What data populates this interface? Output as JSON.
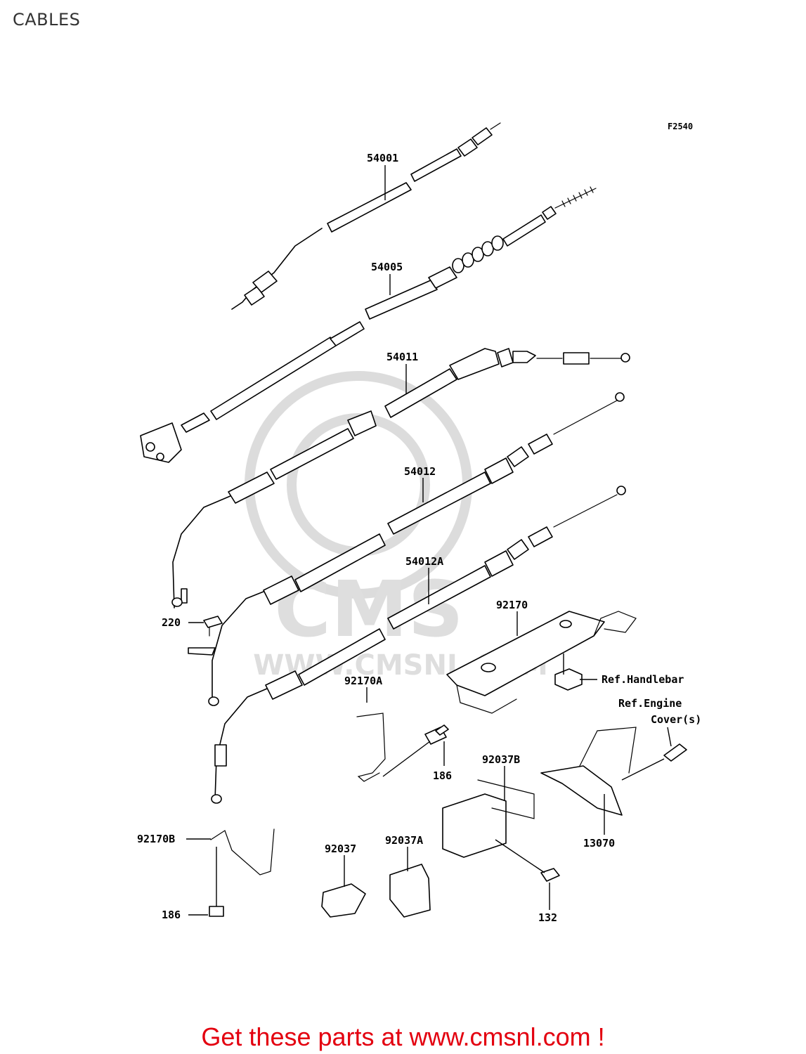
{
  "page": {
    "title": "CABLES"
  },
  "figure": {
    "code": "F2540"
  },
  "watermark": {
    "text": "WWW.CMSNL.COM",
    "logo": "CMS"
  },
  "callouts": {
    "c54001": "54001",
    "c54005": "54005",
    "c54011": "54011",
    "c54012": "54012",
    "c54012A": "54012A",
    "c92170": "92170",
    "c92170A": "92170A",
    "c92170B": "92170B",
    "c220": "220",
    "c186a": "186",
    "c186b": "186",
    "c92037": "92037",
    "c92037A": "92037A",
    "c92037B": "92037B",
    "c13070": "13070",
    "c132": "132",
    "refHandlebar": "Ref.Handlebar",
    "refEngine1": "Ref.Engine",
    "refEngine2": "Cover(s)"
  },
  "footer": {
    "text": "Get these parts at www.cmsnl.com !"
  },
  "colors": {
    "footer": "#e3000f",
    "watermark": "#dcdcdc"
  }
}
